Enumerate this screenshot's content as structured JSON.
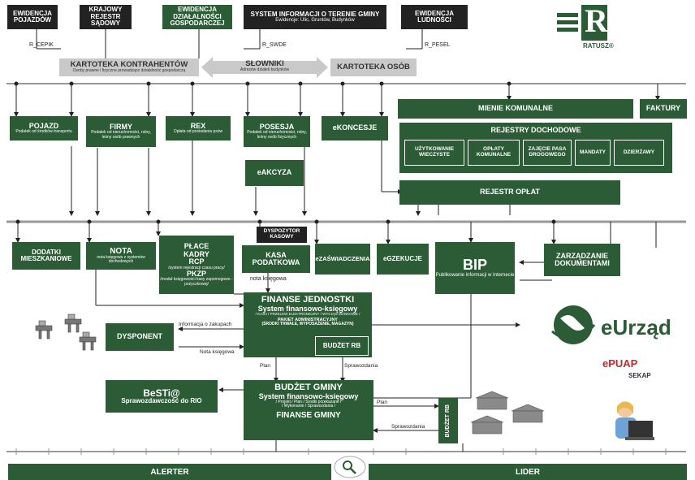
{
  "top_sources": {
    "ewidencja_pojazdow": "EWIDENCJA POJAZDÓW",
    "krajowy_rejestr": "KRAJOWY REJESTR SĄDOWY",
    "ewidencja_dzialalnosci": "EWIDENCJA DZIAŁALNOŚCI GOSPODARCZEJ",
    "sit_title": "SYSTEM INFORMACJI O TERENIE GMINY",
    "sit_sub": "Ewidencje: Ulic, Gruntów, Budynków",
    "ewidencja_ludnosci": "EWIDENCJA LUDNOŚCI"
  },
  "connectors": {
    "r_cepik": "R_CEPIK",
    "r_swde": "R_SWDE",
    "r_pesel": "R_PESEL"
  },
  "logo": {
    "letter": "R",
    "name": "RATUSZ®"
  },
  "kartoteki": {
    "kontrahentow_title": "KARTOTEKA KONTRAHENTÓW",
    "kontrahentow_sub": "Osoby prawne i fizyczne prowadzące działalność gospodarczą",
    "slowniki_title": "SŁOWNIKI",
    "slowniki_sub": "Adresów działek budynków",
    "osob_title": "KARTOTEKA OSÓB"
  },
  "modules": {
    "pojazd": "POJAZD",
    "pojazd_sub": "Podatek od środków transportu",
    "firmy": "FIRMY",
    "firmy_sub": "Podatek od nieruchomości, rolny, leśny osób prawnych",
    "rex": "REX",
    "rex_sub": "Opłata od posiadania psów",
    "posesja": "POSESJA",
    "posesja_sub": "Podatek od nieruchomości, rolny, leśny osób fizycznych",
    "eakcyza": "eAKCYZA",
    "ekoncesje": "eKONCESJE",
    "mienie": "MIENIE KOMUNALNE",
    "faktury": "FAKTURY",
    "rejestry": "REJESTRY DOCHODOWE",
    "uzytkowanie": "UŻYTKOWANIE WIECZYSTE",
    "oplaty": "OPŁATY KOMUNALNE",
    "zajecie": "ZAJĘCIE PASA DROGOWEGO",
    "mandaty": "MANDATY",
    "dzierzawy": "DZIERŻAWY",
    "rejestr_oplat": "REJESTR OPŁAT"
  },
  "lower": {
    "dodatki": "DODATKI MIESZKANIOWE",
    "nota": "NOTA",
    "nota_sub": "nota księgowa z systemów dochodowych",
    "place1": "PŁACE",
    "place2": "KADRY",
    "place3": "RCP",
    "place_sub1": "/system rejestracji czasu pracy/",
    "place4": "PKZP",
    "place_sub2": "/moduł księgowości kasy zapomogowo - pożyczkowej/",
    "dyspozytor": "DYSPOZYTOR KASOWY",
    "kasa": "KASA PODATKOWA",
    "ezaswiadczenia": "eZAŚWIADCZENIA",
    "egzekucje": "eGZEKUCJE",
    "bip": "BIP",
    "bip_sub": "Publikowanie informacji w Internecie",
    "zarzadzanie": "ZARZĄDZANIE DOKUMENTAMI",
    "nota_ksiegowa": "nota księgowa"
  },
  "finanse": {
    "title": "FINANSE JEDNOSTKI",
    "sub": "System finansowo-księgowy",
    "line1": "/ KASA / PRZELEW ELEKTRONICZNY / WYCIĄGI BANKOWE /",
    "line2": "PAKIET ADMINISTRACYJNY",
    "line3": "(ŚRODKI TRWAŁE, WYPOSAŻENIE, MAGAZYN)",
    "budzet_rb": "BUDŻET RB"
  },
  "dysponent": {
    "label": "DYSPONENT",
    "info": "Informacja o zakupach",
    "nota": "Nota księgowa"
  },
  "budzet": {
    "title": "BUDŻET GMINY",
    "sub": "System finansowo-księgowy",
    "line1": "/ Projekt / Plan / Środki przekazane /",
    "line2": "/ Wykonanie / Sprawozdania /",
    "finanse": "FINANSE GMINY",
    "plan": "Plan",
    "sprawozdania": "Sprawozdania",
    "plan2": "Plan",
    "sprawozdania2": "Sprawozdania",
    "rb_vertical": "BUDŻET RB"
  },
  "besti": {
    "title": "BeSTi@",
    "sub": "Sprawozdawczość do RIO"
  },
  "eurzad": {
    "text": "eUrząd",
    "epuap": "ePUAP",
    "sekap": "SEKAP"
  },
  "bottom": {
    "alerter": "ALERTER",
    "lider": "LIDER"
  },
  "colors": {
    "green": "#2b5c36",
    "dark": "#222222",
    "grey": "#c9c9c9",
    "bus": "#a8a8a8"
  },
  "icons": [
    "search-icon",
    "globe-icon",
    "computer-icon",
    "building-icon",
    "person-laptop-icon"
  ]
}
